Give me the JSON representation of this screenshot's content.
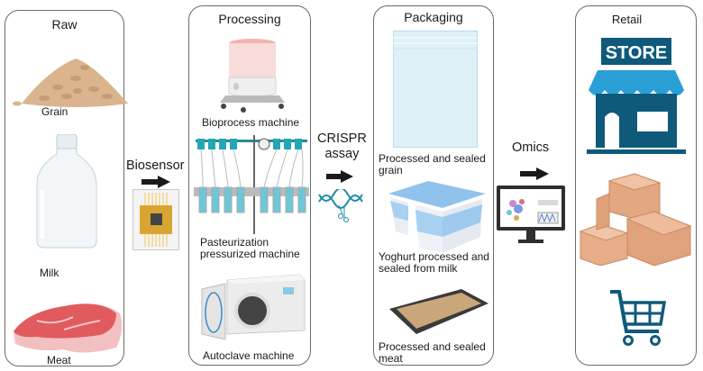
{
  "panels": {
    "raw": {
      "title": "Raw",
      "items": [
        "Grain",
        "Milk",
        "Meat"
      ]
    },
    "processing": {
      "title": "Processing",
      "items": [
        "Bioprocess machine",
        "Pasteurization pressurized machine",
        "Autoclave machine"
      ],
      "items_lines": [
        [
          "Bioprocess machine"
        ],
        [
          "Pasteurization",
          "pressurized machine"
        ],
        [
          "Autoclave machine"
        ]
      ]
    },
    "packaging": {
      "title": "Packaging",
      "items_lines": [
        [
          "Processed and sealed",
          "grain"
        ],
        [
          "Yoghurt processed and",
          "sealed from milk"
        ],
        [
          "Processed and sealed",
          "meat"
        ]
      ]
    },
    "retail": {
      "title": "Retail",
      "store_sign": "STORE"
    }
  },
  "transitions": [
    {
      "label": "Biosensor",
      "icon": "biosensor-chip-icon"
    },
    {
      "label_lines": [
        "CRISPR",
        "assay"
      ],
      "icon": "dna-scissors-icon"
    },
    {
      "label": "Omics",
      "icon": "monitor-omics-icon"
    }
  ],
  "colors": {
    "store_dark": "#0f5a7a",
    "store_light": "#2a9fd6",
    "box": "#e0a981",
    "panel_border": "#6b6b6b",
    "syringe": "#23a7b4"
  }
}
